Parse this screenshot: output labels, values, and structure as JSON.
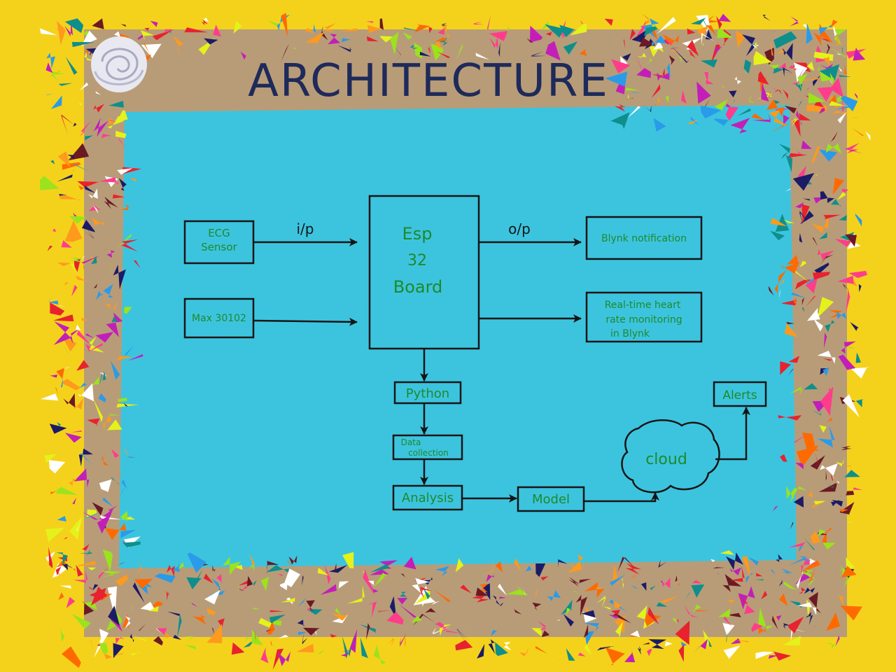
{
  "title": "ARCHITECTURE",
  "colors": {
    "background": "#f4d21c",
    "cardboard": "#b89c78",
    "panel": "#3cc4df",
    "ink": "#151515",
    "label_green": "#1f8a2a",
    "title_ink": "#1e2a5a",
    "confetti": [
      "#e8222f",
      "#ff6a00",
      "#9be31c",
      "#e5f21a",
      "#2a9be8",
      "#c31fb8",
      "#ff3d8b",
      "#6b1a24",
      "#0e8f8c",
      "#ffffff",
      "#1b1b66",
      "#ff9a1c"
    ]
  },
  "diagram": {
    "nodes": {
      "ecg_sensor": [
        "ECG",
        "Sensor"
      ],
      "max30102": "Max 30102",
      "esp32_board": [
        "Esp",
        "32",
        "Board"
      ],
      "blynk_notification": "Blynk notification",
      "realtime_monitoring": [
        "Real-time heart",
        "rate monitoring",
        "in Blynk"
      ],
      "python": "Python",
      "data_collection": [
        "Data",
        "collection"
      ],
      "analysis": "Analysis",
      "model": "Model",
      "cloud": "cloud",
      "alerts": "Alerts"
    },
    "edge_labels": {
      "input": "i/p",
      "output": "o/p"
    },
    "edges": [
      [
        "ecg_sensor",
        "esp32_board"
      ],
      [
        "max30102",
        "esp32_board"
      ],
      [
        "esp32_board",
        "blynk_notification"
      ],
      [
        "esp32_board",
        "realtime_monitoring"
      ],
      [
        "esp32_board",
        "python"
      ],
      [
        "python",
        "data_collection"
      ],
      [
        "data_collection",
        "analysis"
      ],
      [
        "analysis",
        "model"
      ],
      [
        "model",
        "cloud"
      ],
      [
        "cloud",
        "alerts"
      ]
    ]
  },
  "decoration": {
    "rosette": "paper-rosette-icon"
  }
}
